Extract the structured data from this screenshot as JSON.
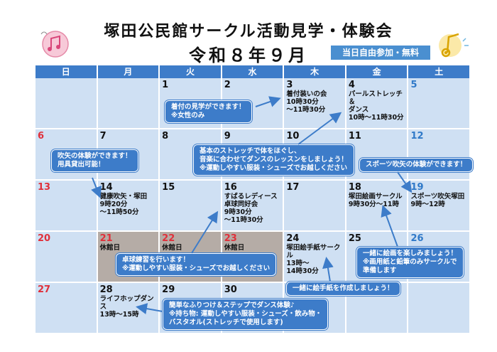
{
  "header": {
    "title": "塚田公民館サークル活動見学・体験会",
    "subtitle": "令和８年９月",
    "badge": "当日自由参加・無料"
  },
  "weekdays": [
    "日",
    "月",
    "火",
    "水",
    "木",
    "金",
    "土"
  ],
  "weeks": [
    [
      {
        "day": "",
        "events": ""
      },
      {
        "day": "",
        "events": ""
      },
      {
        "day": "1",
        "events": ""
      },
      {
        "day": "2",
        "events": ""
      },
      {
        "day": "3",
        "events": "着付装いの会\n10時30分\n～11時30分"
      },
      {
        "day": "4",
        "events": "パールストレッチ＆\nダンス\n10時～11時30分"
      },
      {
        "day": "5",
        "events": ""
      }
    ],
    [
      {
        "day": "6",
        "events": ""
      },
      {
        "day": "7",
        "events": ""
      },
      {
        "day": "8",
        "events": ""
      },
      {
        "day": "9",
        "events": ""
      },
      {
        "day": "10",
        "events": ""
      },
      {
        "day": "11",
        "events": ""
      },
      {
        "day": "12",
        "events": ""
      }
    ],
    [
      {
        "day": "13",
        "events": ""
      },
      {
        "day": "14",
        "events": "健康吹矢・塚田\n9時20分\n～11時50分"
      },
      {
        "day": "15",
        "events": ""
      },
      {
        "day": "16",
        "events": "すばるレディース\n卓球同好会\n9時30分\n～11時30分"
      },
      {
        "day": "17",
        "events": ""
      },
      {
        "day": "18",
        "events": "塚田絵画サークル\n9時30分～11時"
      },
      {
        "day": "19",
        "events": "スポーツ吹矢塚田\n9時～12時"
      }
    ],
    [
      {
        "day": "20",
        "events": ""
      },
      {
        "day": "21",
        "events": "休館日"
      },
      {
        "day": "22",
        "events": "休館日"
      },
      {
        "day": "23",
        "events": "休館日"
      },
      {
        "day": "24",
        "events": "塚田絵手紙サークル\n13時～\n14時30分"
      },
      {
        "day": "25",
        "events": ""
      },
      {
        "day": "26",
        "events": ""
      }
    ],
    [
      {
        "day": "27",
        "events": ""
      },
      {
        "day": "28",
        "events": "ライフホップダンス\n13時～15時"
      },
      {
        "day": "29",
        "events": ""
      },
      {
        "day": "30",
        "events": ""
      },
      {
        "day": "",
        "events": ""
      },
      {
        "day": "",
        "events": ""
      },
      {
        "day": "",
        "events": ""
      }
    ]
  ],
  "bubbles": {
    "kitsuke": "着付の見学ができます！\n※女性のみ",
    "stretch": "基本のストレッチで体をほぐし、\n音楽に合わせてダンスのレッスンをしましょう！\n※運動しやすい服装・シューズでお越しください",
    "fukiya": "吹矢の体験ができます！\n用具貸出可能！",
    "sports_fukiya": "スポーツ吹矢の体験ができます！",
    "takkyu": "卓球練習を行います！\n※運動しやすい服装・シューズでお越しください",
    "kaiga": "一緒に絵画を楽しみましょう！\n※画用紙と鉛筆のみサークルで\n準備します",
    "etegami": "一緒に絵手紙を作成しましょう！",
    "dance": "簡単なふりつけ＆ステップでダンス体験♪\n※持ち物: 運動しやすい服装・シューズ・飲み物・\nバスタオル(ストレッチで使用します)"
  },
  "colors": {
    "accent": "#3d7cc9",
    "cell": "#cfe0f3",
    "closed": "#b5aca6",
    "sunday": "#e0303a",
    "saturday": "#2f79c8"
  }
}
